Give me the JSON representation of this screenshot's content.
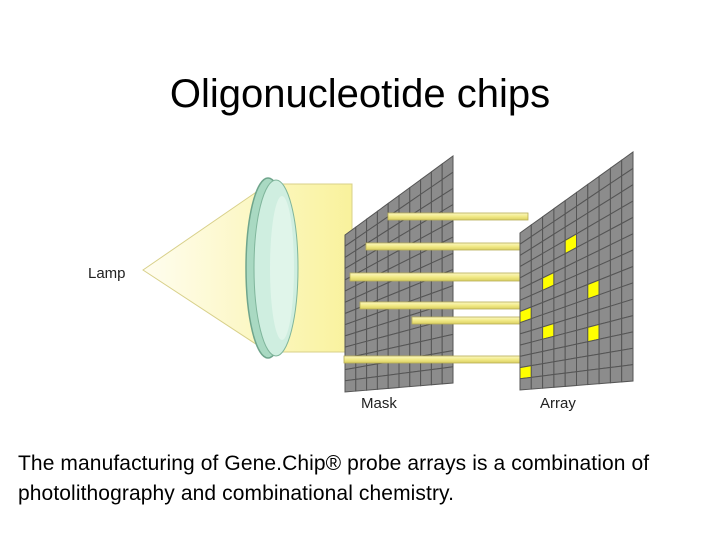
{
  "title": "Oligonucleotide chips",
  "diagram": {
    "labels": {
      "lamp": "Lamp",
      "mask": "Mask",
      "array": "Array"
    },
    "colors": {
      "light": "#fdf7b0",
      "lens": "#bfe6d6",
      "grid_cell": "#8c8c8c",
      "grid_line": "#555555",
      "beam": "#f4ee9c",
      "highlight": "#ffff00"
    }
  },
  "caption": "The manufacturing of Gene.Chip® probe arrays is a combination of photolithography and combinational chemistry."
}
